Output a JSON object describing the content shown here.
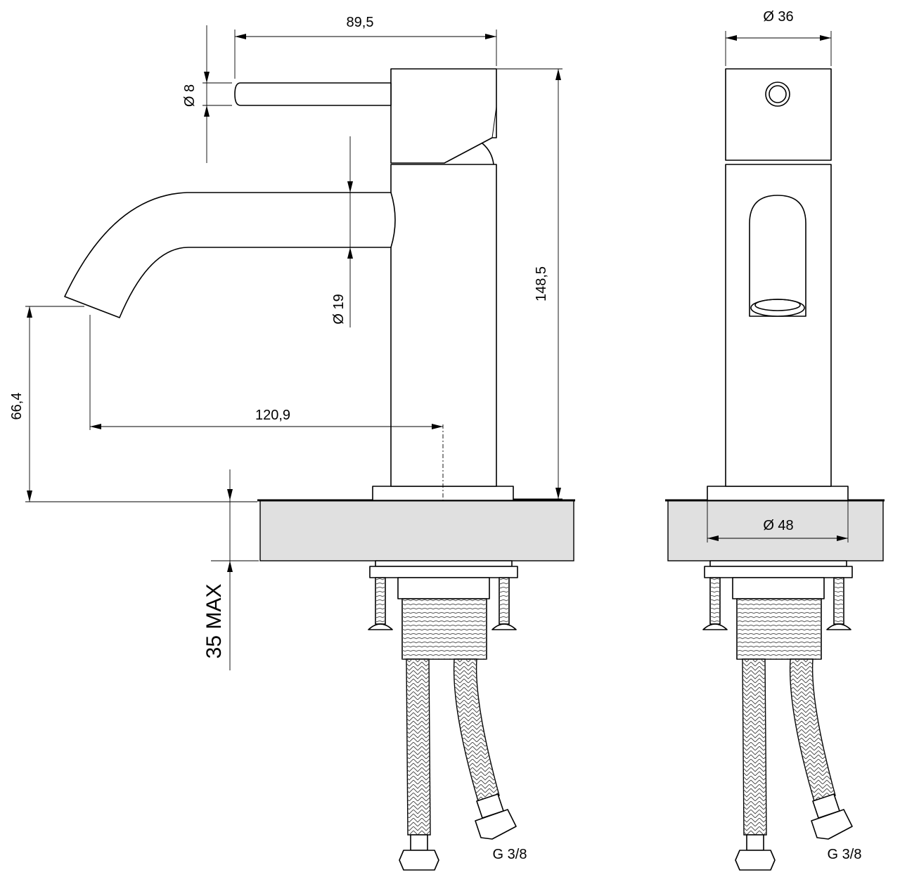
{
  "dimensions": {
    "overall_depth": "89,5",
    "body_diameter": "Ø 36",
    "handle_diameter": "Ø 8",
    "spout_diameter": "Ø 19",
    "total_height": "148,5",
    "spout_height": "66,4",
    "spout_reach": "120,9",
    "base_diameter": "Ø 48",
    "max_counter_thickness": "35 MAX"
  },
  "connections": {
    "side_view_thread": "G 3/8",
    "front_view_thread": "G 3/8"
  }
}
